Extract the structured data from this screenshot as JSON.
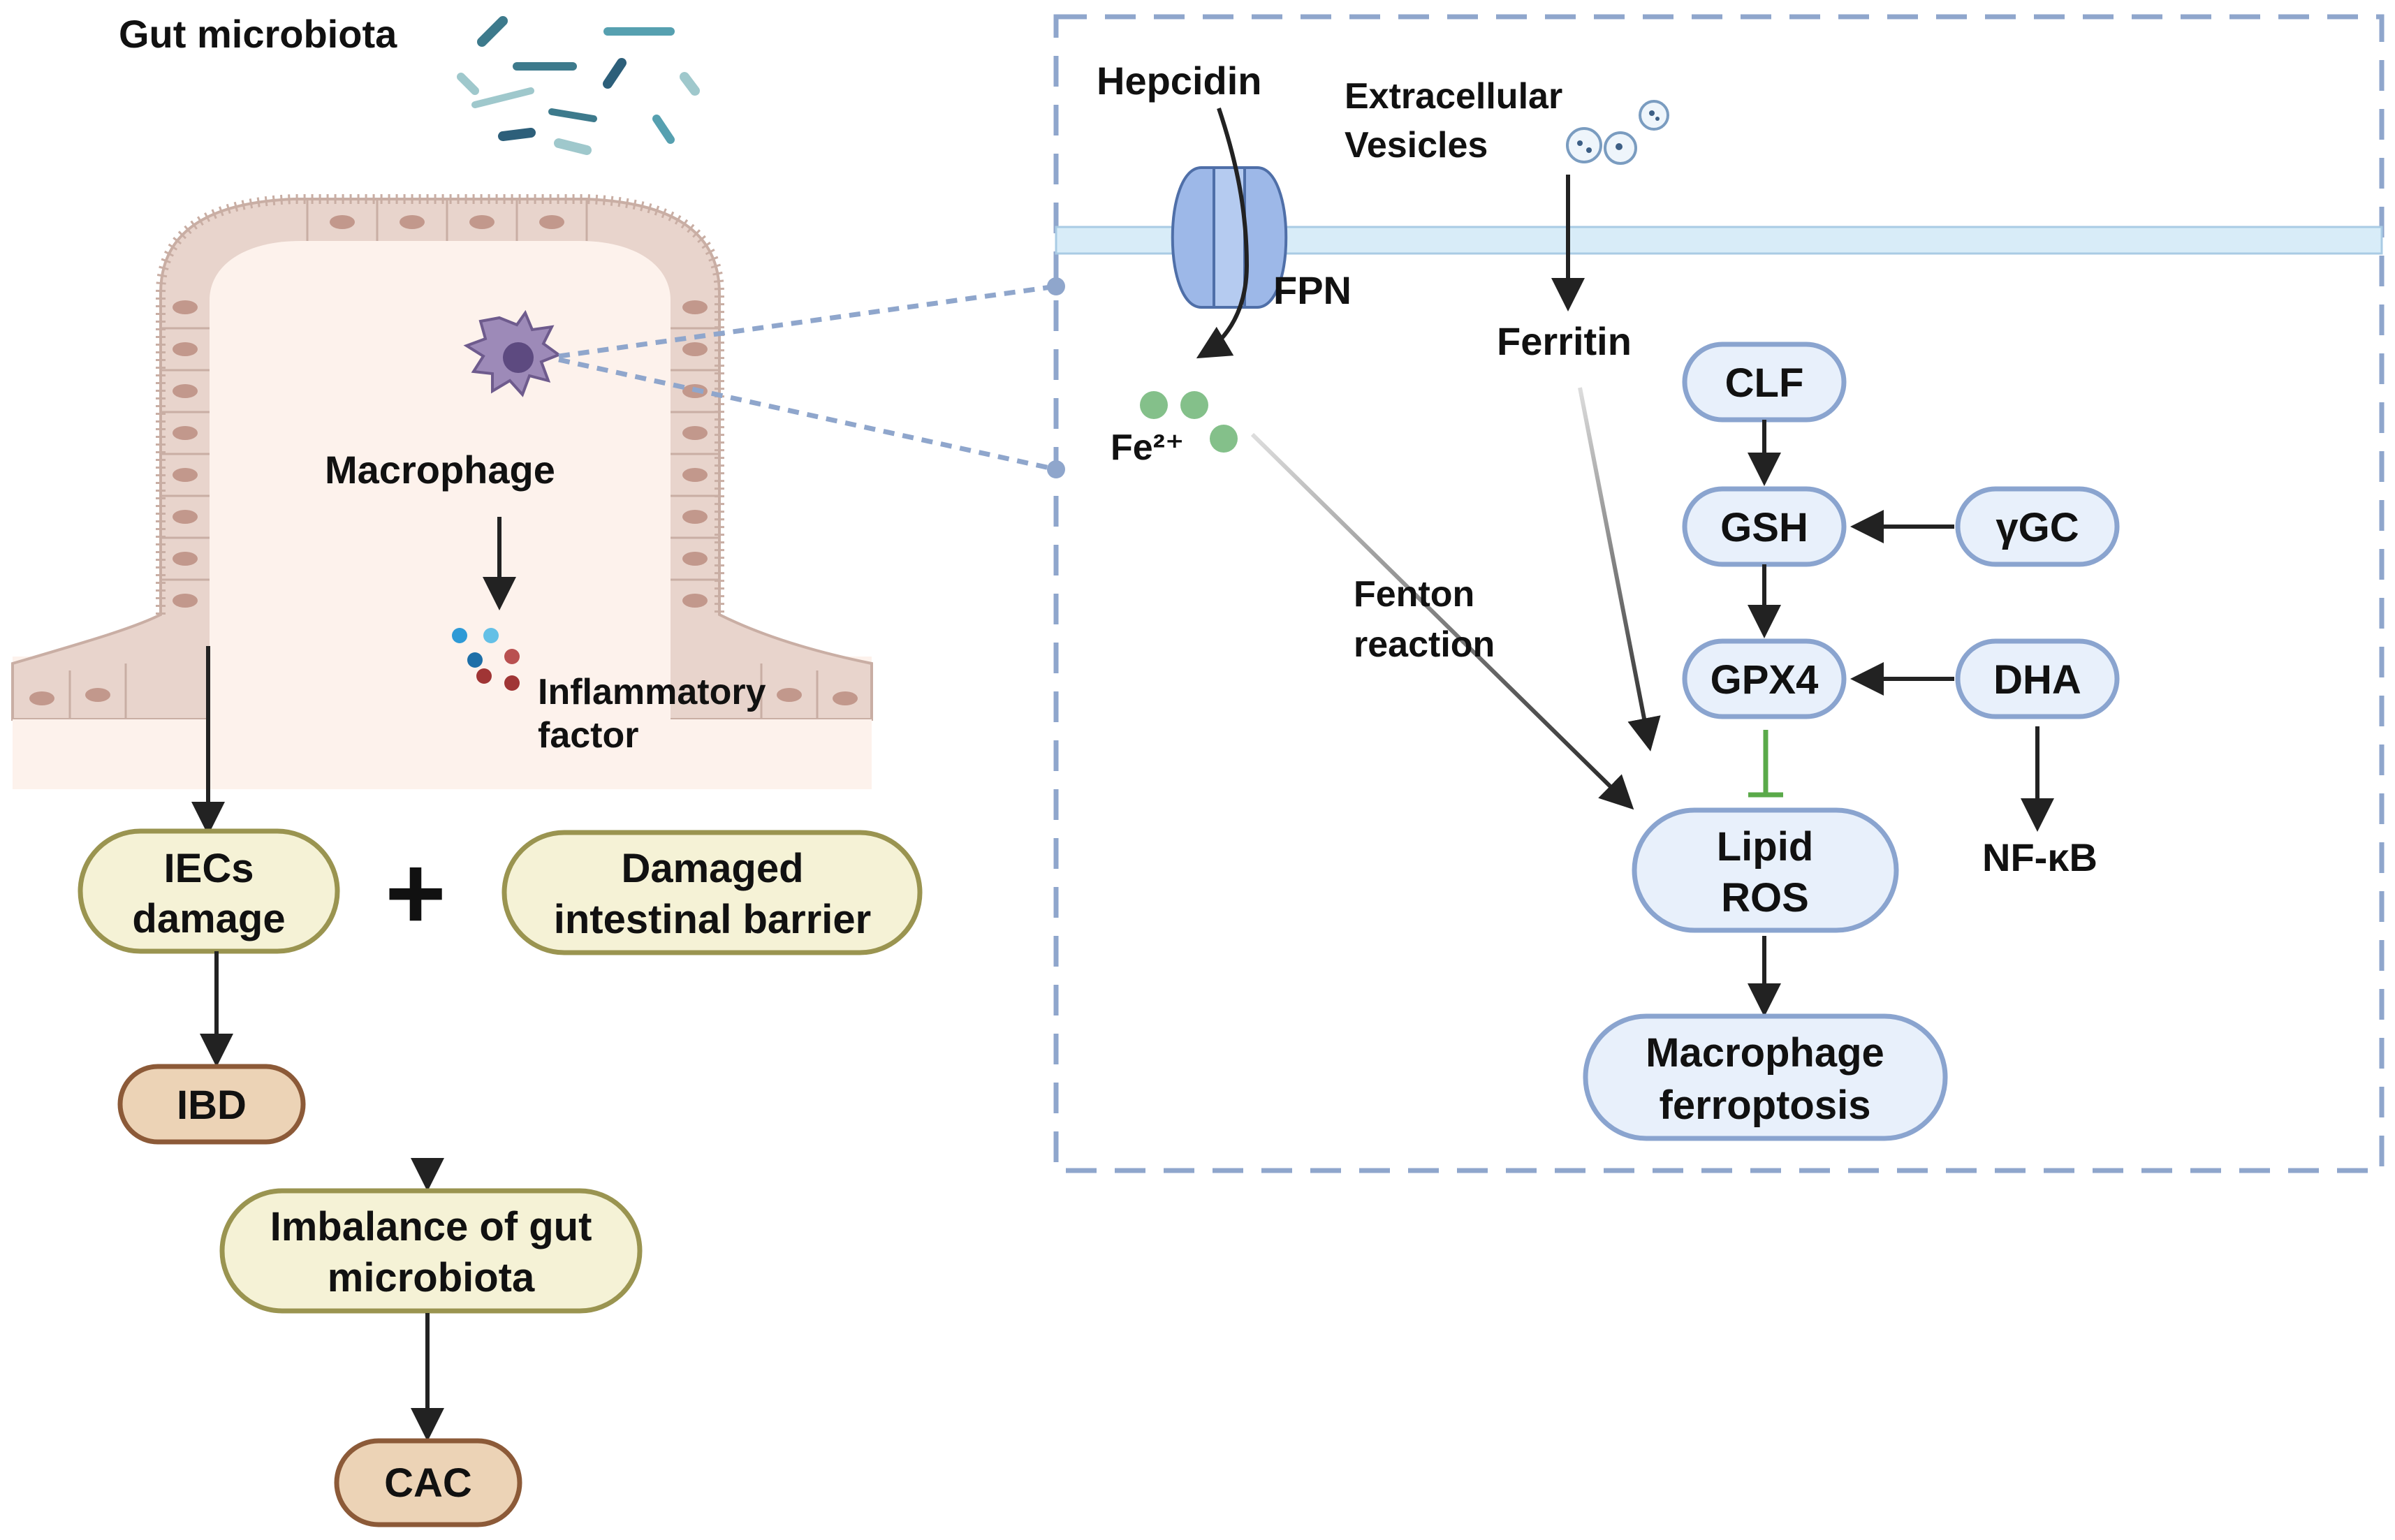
{
  "left_panel": {
    "title": "Gut microbiota",
    "macrophage_label": "Macrophage",
    "inflammatory_label_line1": "Inflammatory",
    "inflammatory_label_line2": "factor",
    "iecs_line1": "IECs",
    "iecs_line2": "damage",
    "plus_sign": "+",
    "barrier_line1": "Damaged",
    "barrier_line2": "intestinal barrier",
    "ibd": "IBD",
    "imbalance_line1": "Imbalance of gut",
    "imbalance_line2": "microbiota",
    "cac": "CAC"
  },
  "right_panel": {
    "hepcidin": "Hepcidin",
    "ev_line1": "Extracellular",
    "ev_line2": "Vesicles",
    "fpn": "FPN",
    "fe": "Fe²⁺",
    "ferritin": "Ferritin",
    "fenton_line1": "Fenton",
    "fenton_line2": "reaction",
    "clf": "CLF",
    "gsh": "GSH",
    "ygc": "γGC",
    "gpx4": "GPX4",
    "dha": "DHA",
    "nfkb": "NF-κB",
    "lipid_ros_line1": "Lipid",
    "lipid_ros_line2": "ROS",
    "ferroptosis_line1": "Macrophage",
    "ferroptosis_line2": "ferroptosis"
  },
  "colors": {
    "yellow_fill": "#f5f2d6",
    "yellow_stroke": "#9a9450",
    "tan_fill": "#ecd3b6",
    "tan_stroke": "#8c5a38",
    "blue_fill": "#e8f0fb",
    "blue_stroke": "#8aa4cf",
    "dashed_border": "#8fa6cc",
    "membrane": "#d8ecf8",
    "tissue": "#e8d4cc",
    "lumen": "#fdf2ec",
    "macrophage": "#8a77a8",
    "inhibition": "#5aaa4a",
    "fe_dots": "#84c08a"
  }
}
